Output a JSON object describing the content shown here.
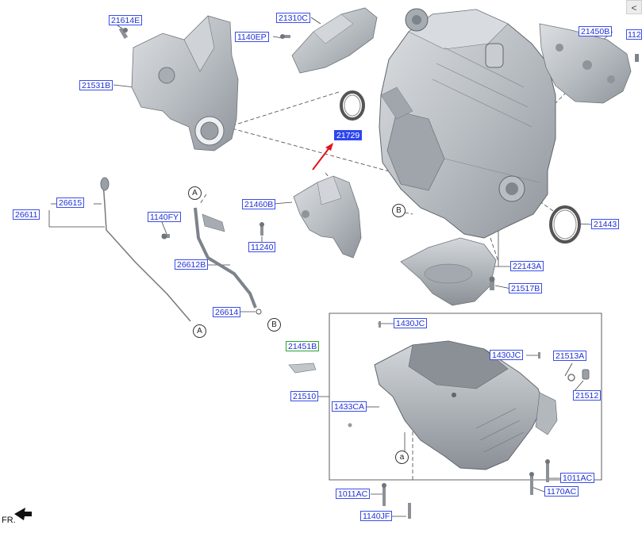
{
  "parts": [
    {
      "id": "p-21614E",
      "code": "21614E"
    },
    {
      "id": "p-21310C",
      "code": "21310C"
    },
    {
      "id": "p-1140EP",
      "code": "1140EP"
    },
    {
      "id": "p-21531B",
      "code": "21531B"
    },
    {
      "id": "p-21450B",
      "code": "21450B"
    },
    {
      "id": "p-112x",
      "code": "112"
    },
    {
      "id": "p-21729",
      "code": "21729",
      "selected": true
    },
    {
      "id": "p-26615",
      "code": "26615"
    },
    {
      "id": "p-26611",
      "code": "26611"
    },
    {
      "id": "p-1140FY",
      "code": "1140FY"
    },
    {
      "id": "p-21460B",
      "code": "21460B"
    },
    {
      "id": "p-11240",
      "code": "11240"
    },
    {
      "id": "p-21443",
      "code": "21443"
    },
    {
      "id": "p-26612B",
      "code": "26612B"
    },
    {
      "id": "p-22143A",
      "code": "22143A"
    },
    {
      "id": "p-21517B",
      "code": "21517B"
    },
    {
      "id": "p-26614",
      "code": "26614"
    },
    {
      "id": "p-1430JC-1",
      "code": "1430JC"
    },
    {
      "id": "p-21451B",
      "code": "21451B",
      "variant": "green"
    },
    {
      "id": "p-1430JC-2",
      "code": "1430JC"
    },
    {
      "id": "p-21513A",
      "code": "21513A"
    },
    {
      "id": "p-21510",
      "code": "21510"
    },
    {
      "id": "p-21512",
      "code": "21512"
    },
    {
      "id": "p-1433CA",
      "code": "1433CA"
    },
    {
      "id": "p-1011AC-1",
      "code": "1011AC"
    },
    {
      "id": "p-1011AC-2",
      "code": "1011AC"
    },
    {
      "id": "p-1170AC",
      "code": "1170AC"
    },
    {
      "id": "p-1140JF",
      "code": "1140JF"
    }
  ],
  "callouts": [
    {
      "id": "c-A1",
      "letter": "A"
    },
    {
      "id": "c-A2",
      "letter": "A"
    },
    {
      "id": "c-B1",
      "letter": "B"
    },
    {
      "id": "c-B2",
      "letter": "B"
    },
    {
      "id": "c-a",
      "letter": "a"
    }
  ],
  "front_marker": {
    "text": "FR."
  },
  "nav_button": {
    "icon": "chevron-left-icon",
    "glyph": "<"
  },
  "colors": {
    "label_text": "#1f2fd6",
    "label_border": "#3a4fe8",
    "selected_fill": "#2d46f0",
    "green_border": "#2aa22a",
    "arrow": "#e0141e",
    "part_fill": "#bfc4c8"
  }
}
